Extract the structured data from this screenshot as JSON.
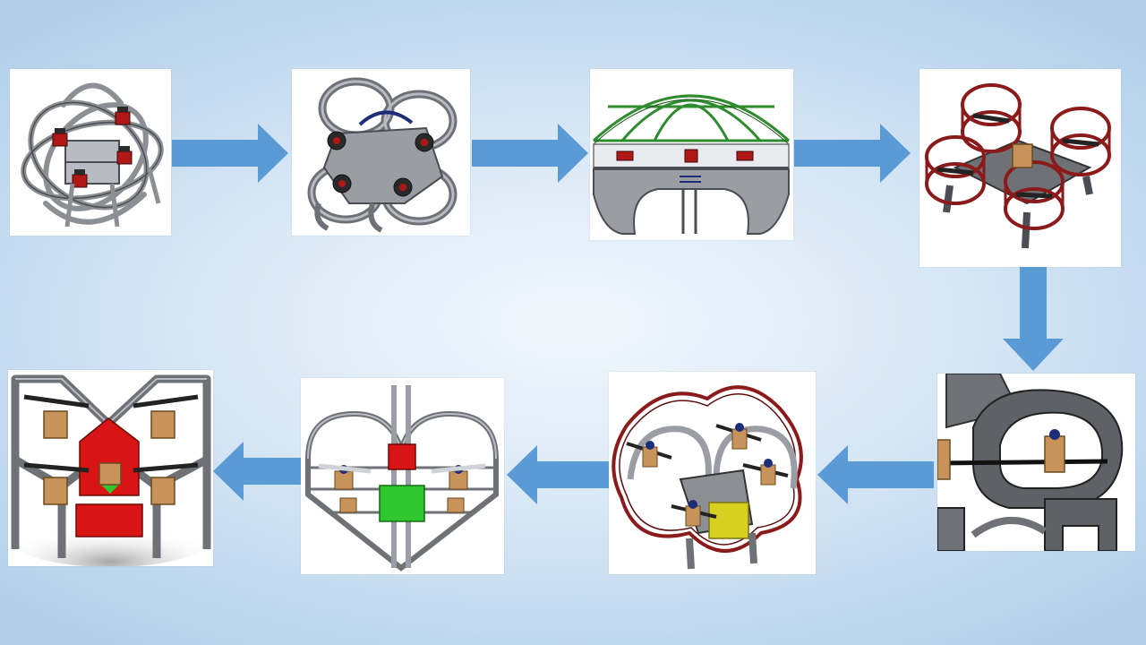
{
  "colors": {
    "background_center": "#f2f7fc",
    "background_edge": "#b2cfea",
    "arrow": "#5b9bd5",
    "frame_gray": "#8c8f94",
    "frame_dark": "#4a4d52",
    "guard_red": "#8b1a1a",
    "guard_green": "#2e8b2e",
    "guard_blue": "#1c2e7a",
    "motor_wood": "#c8935a",
    "body_red": "#d81414",
    "body_green": "#2ec82e",
    "body_yellow": "#d8d020"
  },
  "flow": {
    "panels": [
      {
        "id": 1,
        "icon": "drone-design-1-tangled-guards-icon"
      },
      {
        "id": 2,
        "icon": "drone-design-2-ring-guards-icon"
      },
      {
        "id": 3,
        "icon": "drone-design-3-dome-cage-icon"
      },
      {
        "id": 4,
        "icon": "drone-design-4-red-cylinder-guards-icon"
      },
      {
        "id": 5,
        "icon": "drone-design-5-closeup-frame-icon"
      },
      {
        "id": 6,
        "icon": "drone-design-6-clover-guard-icon"
      },
      {
        "id": 7,
        "icon": "drone-design-7-heart-frame-icon"
      },
      {
        "id": 8,
        "icon": "drone-design-8-box-frame-icon"
      }
    ],
    "arrows": [
      {
        "from": 1,
        "to": 2,
        "direction": "right"
      },
      {
        "from": 2,
        "to": 3,
        "direction": "right"
      },
      {
        "from": 3,
        "to": 4,
        "direction": "right"
      },
      {
        "from": 4,
        "to": 5,
        "direction": "down"
      },
      {
        "from": 5,
        "to": 6,
        "direction": "left"
      },
      {
        "from": 6,
        "to": 7,
        "direction": "left"
      },
      {
        "from": 7,
        "to": 8,
        "direction": "left"
      }
    ]
  }
}
